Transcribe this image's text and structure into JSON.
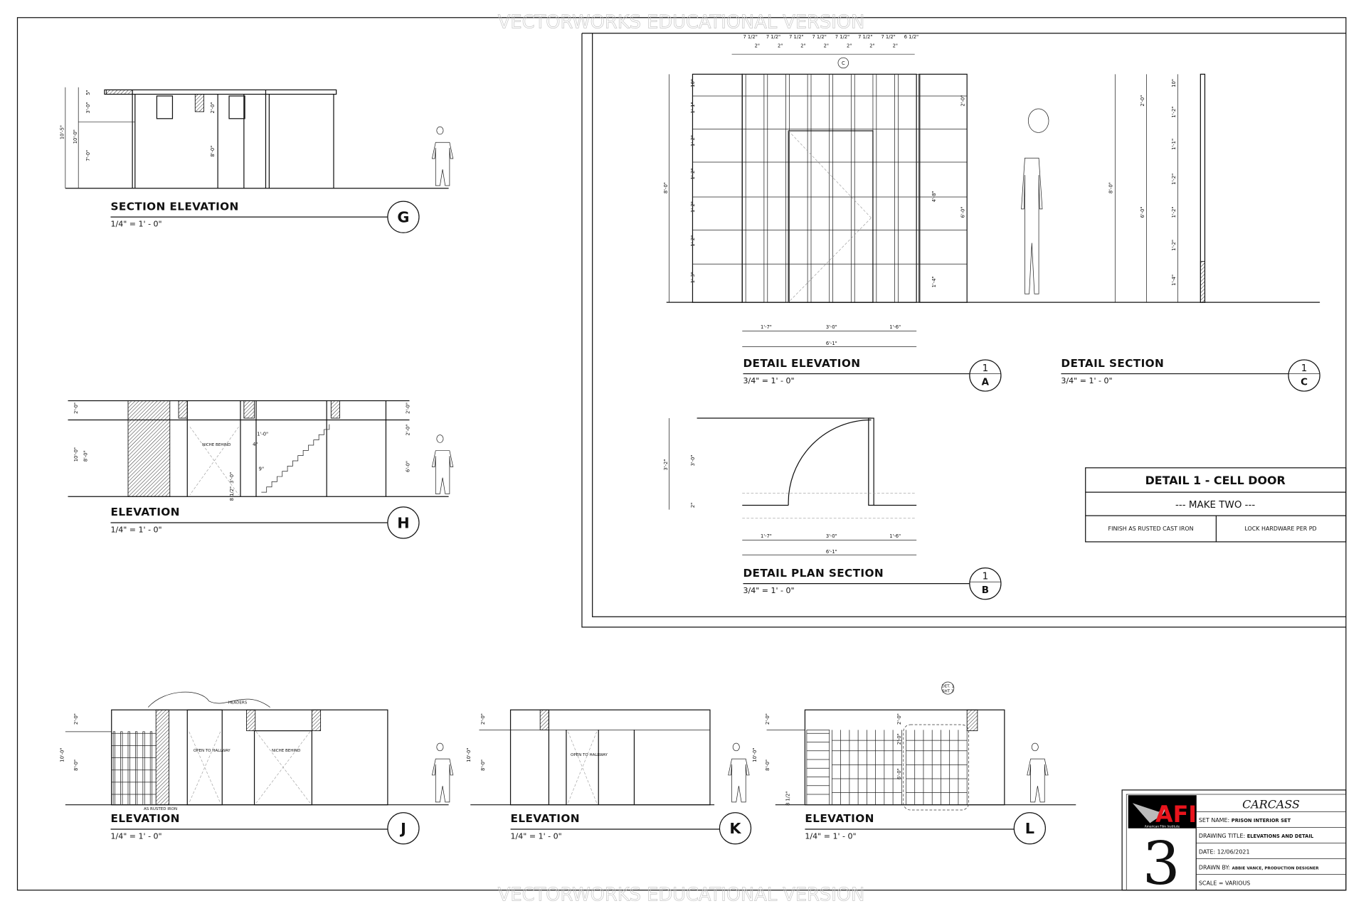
{
  "watermark": "VECTORWORKS EDUCATIONAL VERSION",
  "views": {
    "g": {
      "title": "SECTION ELEVATION",
      "scale": "1/4\" = 1' - 0\"",
      "key": "G",
      "dims": [
        "10'-5\"",
        "10'-0\"",
        "7'-0\"",
        "3'-0\"",
        "5\"",
        "2'-0\"",
        "8'-0\""
      ]
    },
    "h": {
      "title": "ELEVATION",
      "scale": "1/4\" = 1' - 0\"",
      "key": "H",
      "dims": [
        "2'-0\"",
        "10'-0\"",
        "8'-0\"",
        "2'-0\"",
        "2'-0\"",
        "6'-0\"",
        "1'-0\"",
        "4\"",
        "9\"",
        "3'-0\"",
        "8 1/2\""
      ],
      "notes": [
        "NICHE BEHIND"
      ]
    },
    "j": {
      "title": "ELEVATION",
      "scale": "1/4\" = 1' - 0\"",
      "key": "J",
      "dims": [
        "2'-0\"",
        "10'-0\"",
        "8'-0\""
      ],
      "notes": [
        "HEADERS",
        "OPEN TO HALLWAY",
        "NICHE BEHIND",
        "AS RUSTED IRON"
      ]
    },
    "k": {
      "title": "ELEVATION",
      "scale": "1/4\" = 1' - 0\"",
      "key": "K",
      "dims": [
        "2'-0\"",
        "10'-0\"",
        "8'-0\""
      ],
      "notes": [
        "OPEN TO HALLWAY"
      ]
    },
    "l": {
      "title": "ELEVATION",
      "scale": "1/4\" = 1' - 0\"",
      "key": "L",
      "dims": [
        "2'-0\"",
        "10'-0\"",
        "8'-0\"",
        "8 1/2\"",
        "2'-0\"",
        "2'-0\"",
        "6'-0\""
      ],
      "callout": [
        "DET. 1",
        "SHT 3"
      ]
    },
    "detail_elevation": {
      "title": "DETAIL ELEVATION",
      "scale": "3/4\" = 1' - 0\"",
      "key_num": "1",
      "key_letter": "A",
      "top_dims": [
        "7 1/2\"",
        "2\"",
        "7 1/2\"",
        "2\"",
        "7 1/2\"",
        "2\"",
        "7 1/2\"",
        "2\"",
        "7 1/2\"",
        "2\"",
        "7 1/2\"",
        "2\"",
        "7 1/2\"",
        "2\"",
        "6 1/2\""
      ],
      "left_dims": [
        "10\"",
        "1'-1\"",
        "1'-2\"",
        "1'-2\"",
        "1'-2\"",
        "1'-2\"",
        "1'-3\""
      ],
      "overall": "8'-0\"",
      "right_dims": [
        "2'-0\"",
        "4'-8\"",
        "6'-0\"",
        "1'-4\""
      ],
      "bottom_dims": [
        "1'-7\"",
        "3'-0\"",
        "1'-6\""
      ],
      "bottom_total": "6'-1\"",
      "callout": "C"
    },
    "detail_section": {
      "title": "DETAIL SECTION",
      "scale": "3/4\" = 1' - 0\"",
      "key_num": "1",
      "key_letter": "C",
      "dims": [
        "2'-0\"",
        "8'-0\"",
        "6'-0\"",
        "10\"",
        "1'-2\"",
        "1'-1\"",
        "1'-2\"",
        "1'-2\"",
        "1'-2\"",
        "1'-4\""
      ]
    },
    "detail_plan": {
      "title": "DETAIL PLAN SECTION",
      "scale": "3/4\" = 1' - 0\"",
      "key_num": "1",
      "key_letter": "B",
      "dims": [
        "3'-2\"",
        "3'-0\"",
        "2\""
      ],
      "bottom_dims": [
        "1'-7\"",
        "3'-0\"",
        "1'-6\""
      ],
      "bottom_total": "6'-1\""
    }
  },
  "detail_box": {
    "title": "DETAIL 1 - CELL DOOR",
    "subtitle": "--- MAKE TWO ---",
    "note_left": "FINISH AS RUSTED CAST IRON",
    "note_right": "LOCK HARDWARE PER PD"
  },
  "title_block": {
    "logo_text": "AFI",
    "logo_subtext": "American Film Institute",
    "sheet_number": "3",
    "project": "CARCASS",
    "set_name_label": "SET NAME:",
    "set_name": "PRISON INTERIOR SET",
    "drawing_title_label": "DRAWING TITLE:",
    "drawing_title": "ELEVATIONS AND DETAIL",
    "date_label": "DATE:",
    "date": "12/06/2021",
    "drawn_by_label": "DRAWN BY:",
    "drawn_by": "ABBIE VANCE, PRODUCTION DESIGNER",
    "scale": "SCALE = VARIOUS"
  },
  "colors": {
    "logo_red": "#e8141c",
    "logo_black": "#000000",
    "line": "#111111"
  }
}
